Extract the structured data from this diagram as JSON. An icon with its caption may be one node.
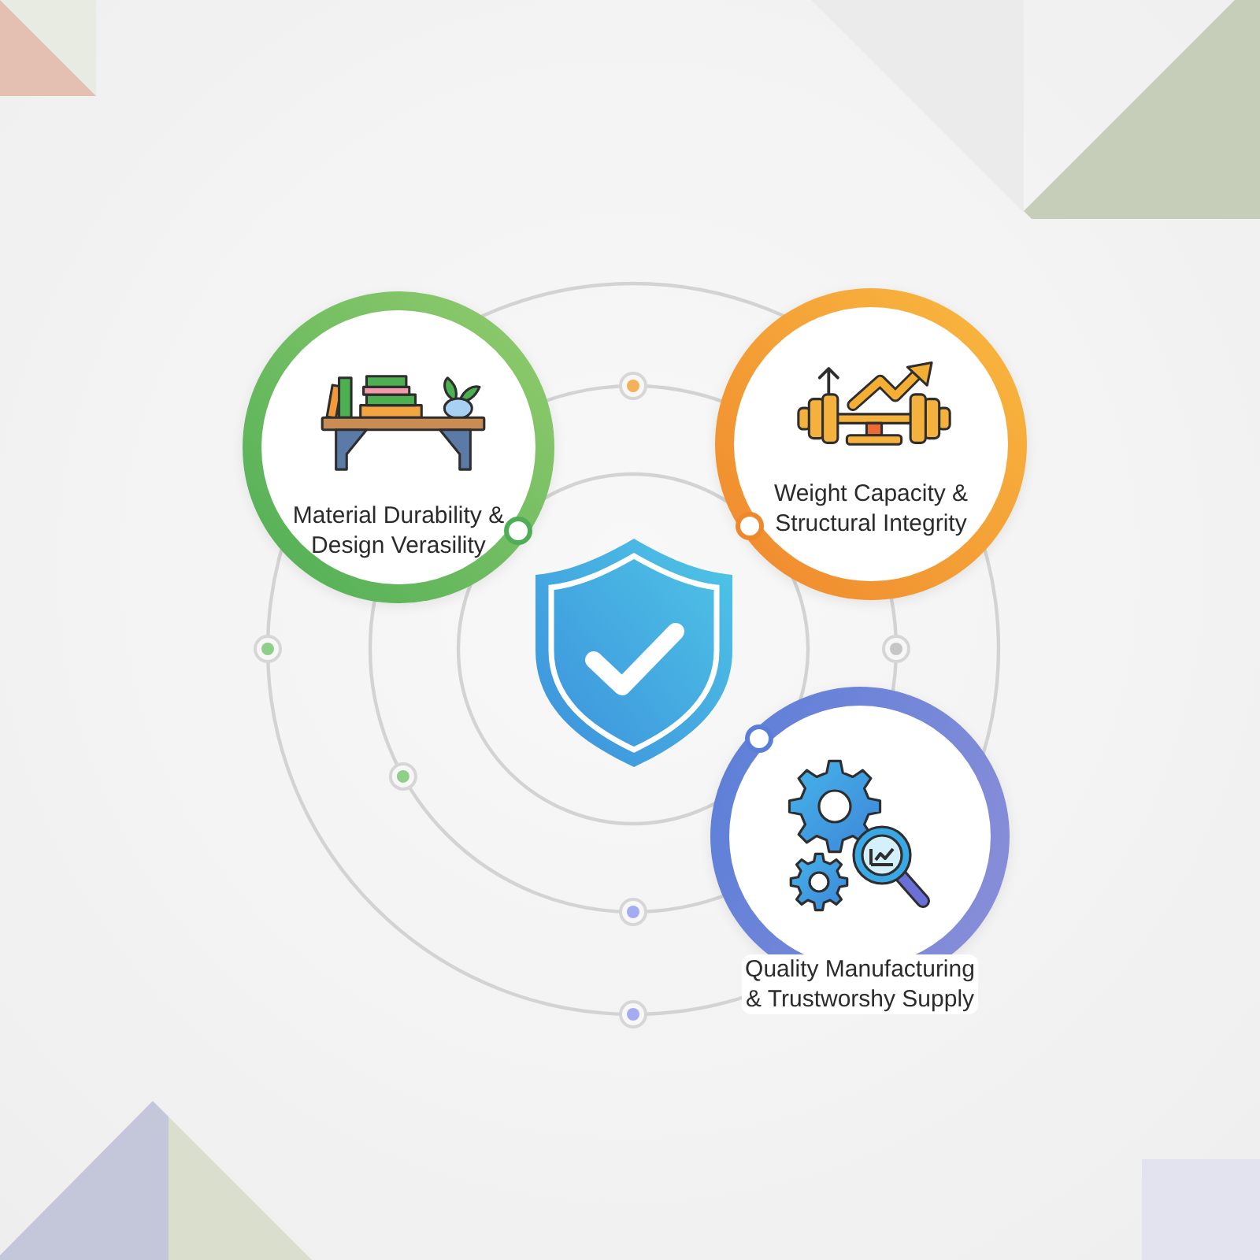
{
  "diagram": {
    "nodes": [
      {
        "text": [
          "Material Durability & Design Verasility"
        ]
      },
      {
        "text": [
          "Weight Capacity & Structural Integrity"
        ]
      },
      {
        "text": [
          "Quality Manufacturing & Trustworshy Supply"
        ]
      }
    ]
  }
}
